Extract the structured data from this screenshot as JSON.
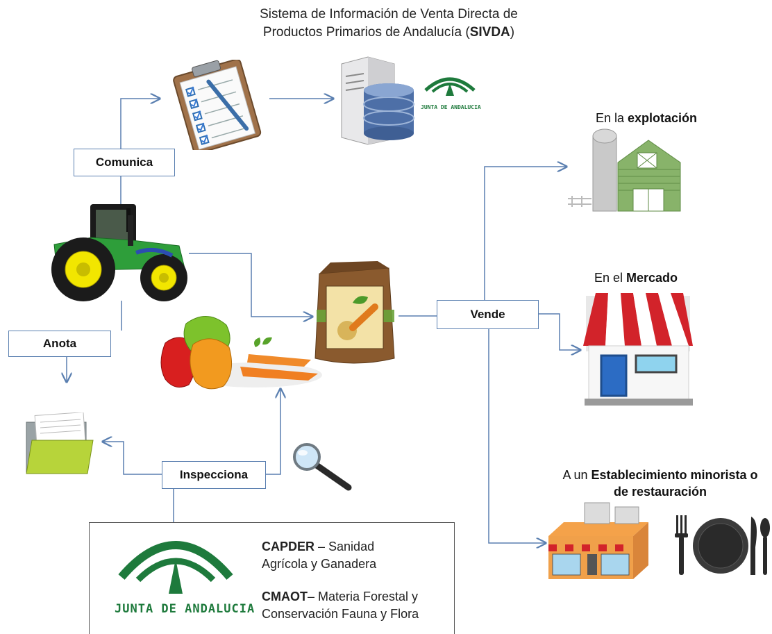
{
  "header": {
    "title_line1": "Sistema de Información de Venta Directa de",
    "title_line2_prefix": "Productos Primarios de Andalucía (",
    "title_line2_bold": "SIVDA",
    "title_line2_suffix": ")"
  },
  "actions": {
    "comunica": "Comunica",
    "anota": "Anota",
    "inspecciona": "Inspecciona",
    "vende": "Vende"
  },
  "destinations": {
    "explotacion_prefix": "En la ",
    "explotacion_bold": "explotación",
    "mercado_prefix": "En el ",
    "mercado_bold": "Mercado",
    "establecimiento_prefix": "A un ",
    "establecimiento_bold": "Establecimiento minorista o",
    "establecimiento_bold2": "de restauración"
  },
  "authority": {
    "logo_text": "JUNTA DE ANDALUCIA",
    "small_logo_text": "JUNTA DE ANDALUCIA",
    "capder_bold": "CAPDER",
    "capder_text": " – Sanidad",
    "capder_text2": "Agrícola y Ganadera",
    "cmaot_bold": "CMAOT",
    "cmaot_text": "–  Materia Forestal y",
    "cmaot_text2": "Conservación Fauna y Flora"
  },
  "icons": [
    "clipboard-icon",
    "server-database-icon",
    "junta-logo-icon",
    "tractor-icon",
    "produce-bag-icon",
    "vegetables-icon",
    "folder-icon",
    "magnifier-icon",
    "farm-barn-icon",
    "market-store-icon",
    "restaurant-building-icon",
    "plate-cutlery-icon"
  ],
  "colors": {
    "connector": "#5a7fb0",
    "junta_green": "#1e7a3c"
  }
}
